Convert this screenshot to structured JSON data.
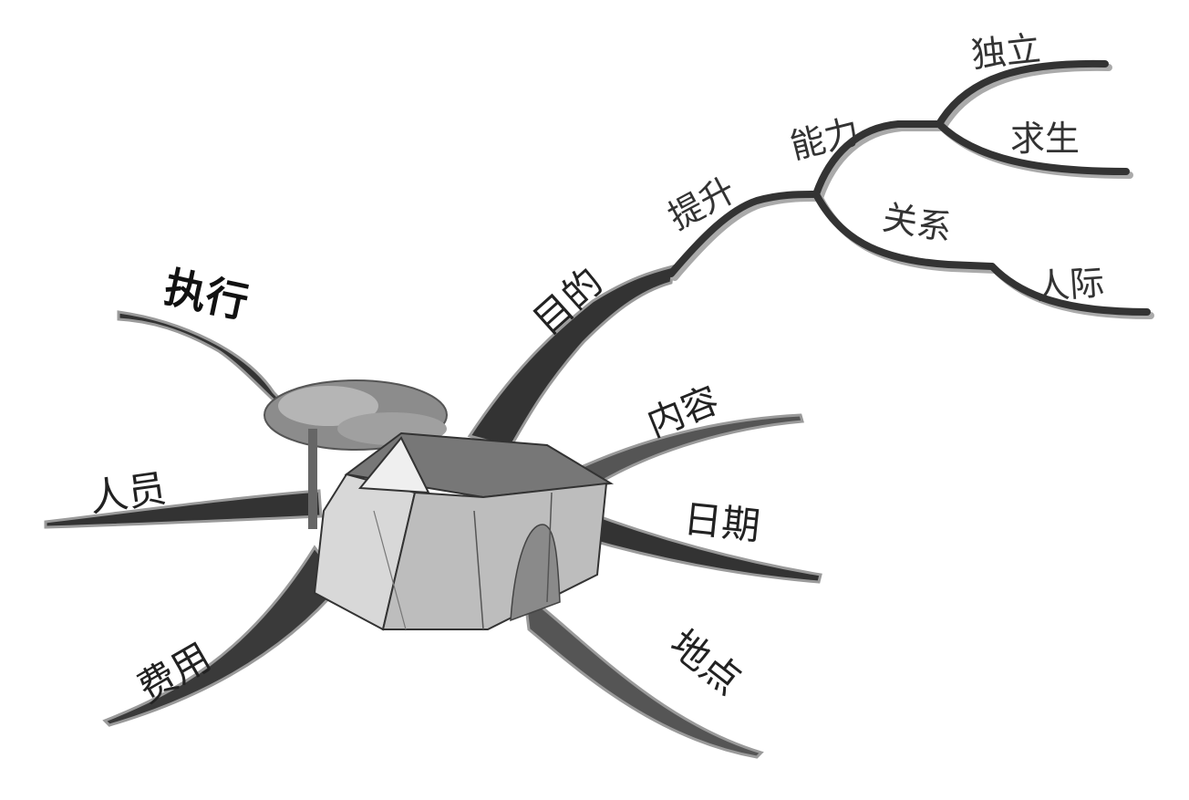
{
  "colors": {
    "background": "#ffffff",
    "branch_dark": "#333333",
    "branch_mid": "#555555",
    "branch_shadow": "#aaaaaa",
    "tent_light": "#cfcfcf",
    "tent_mid": "#9a9a9a",
    "tent_dark": "#555555",
    "tree": "#8c8c8c"
  },
  "center": {
    "icon": "tent-with-tree-icon"
  },
  "branches": {
    "execution": "执行",
    "people": "人员",
    "cost": "费用",
    "purpose": "目的",
    "content": "内容",
    "date": "日期",
    "location": "地点"
  },
  "purpose_subtree": {
    "improve": "提升",
    "ability": "能力",
    "independence": "独立",
    "survival": "求生",
    "relations": "关系",
    "interpersonal": "人际"
  }
}
